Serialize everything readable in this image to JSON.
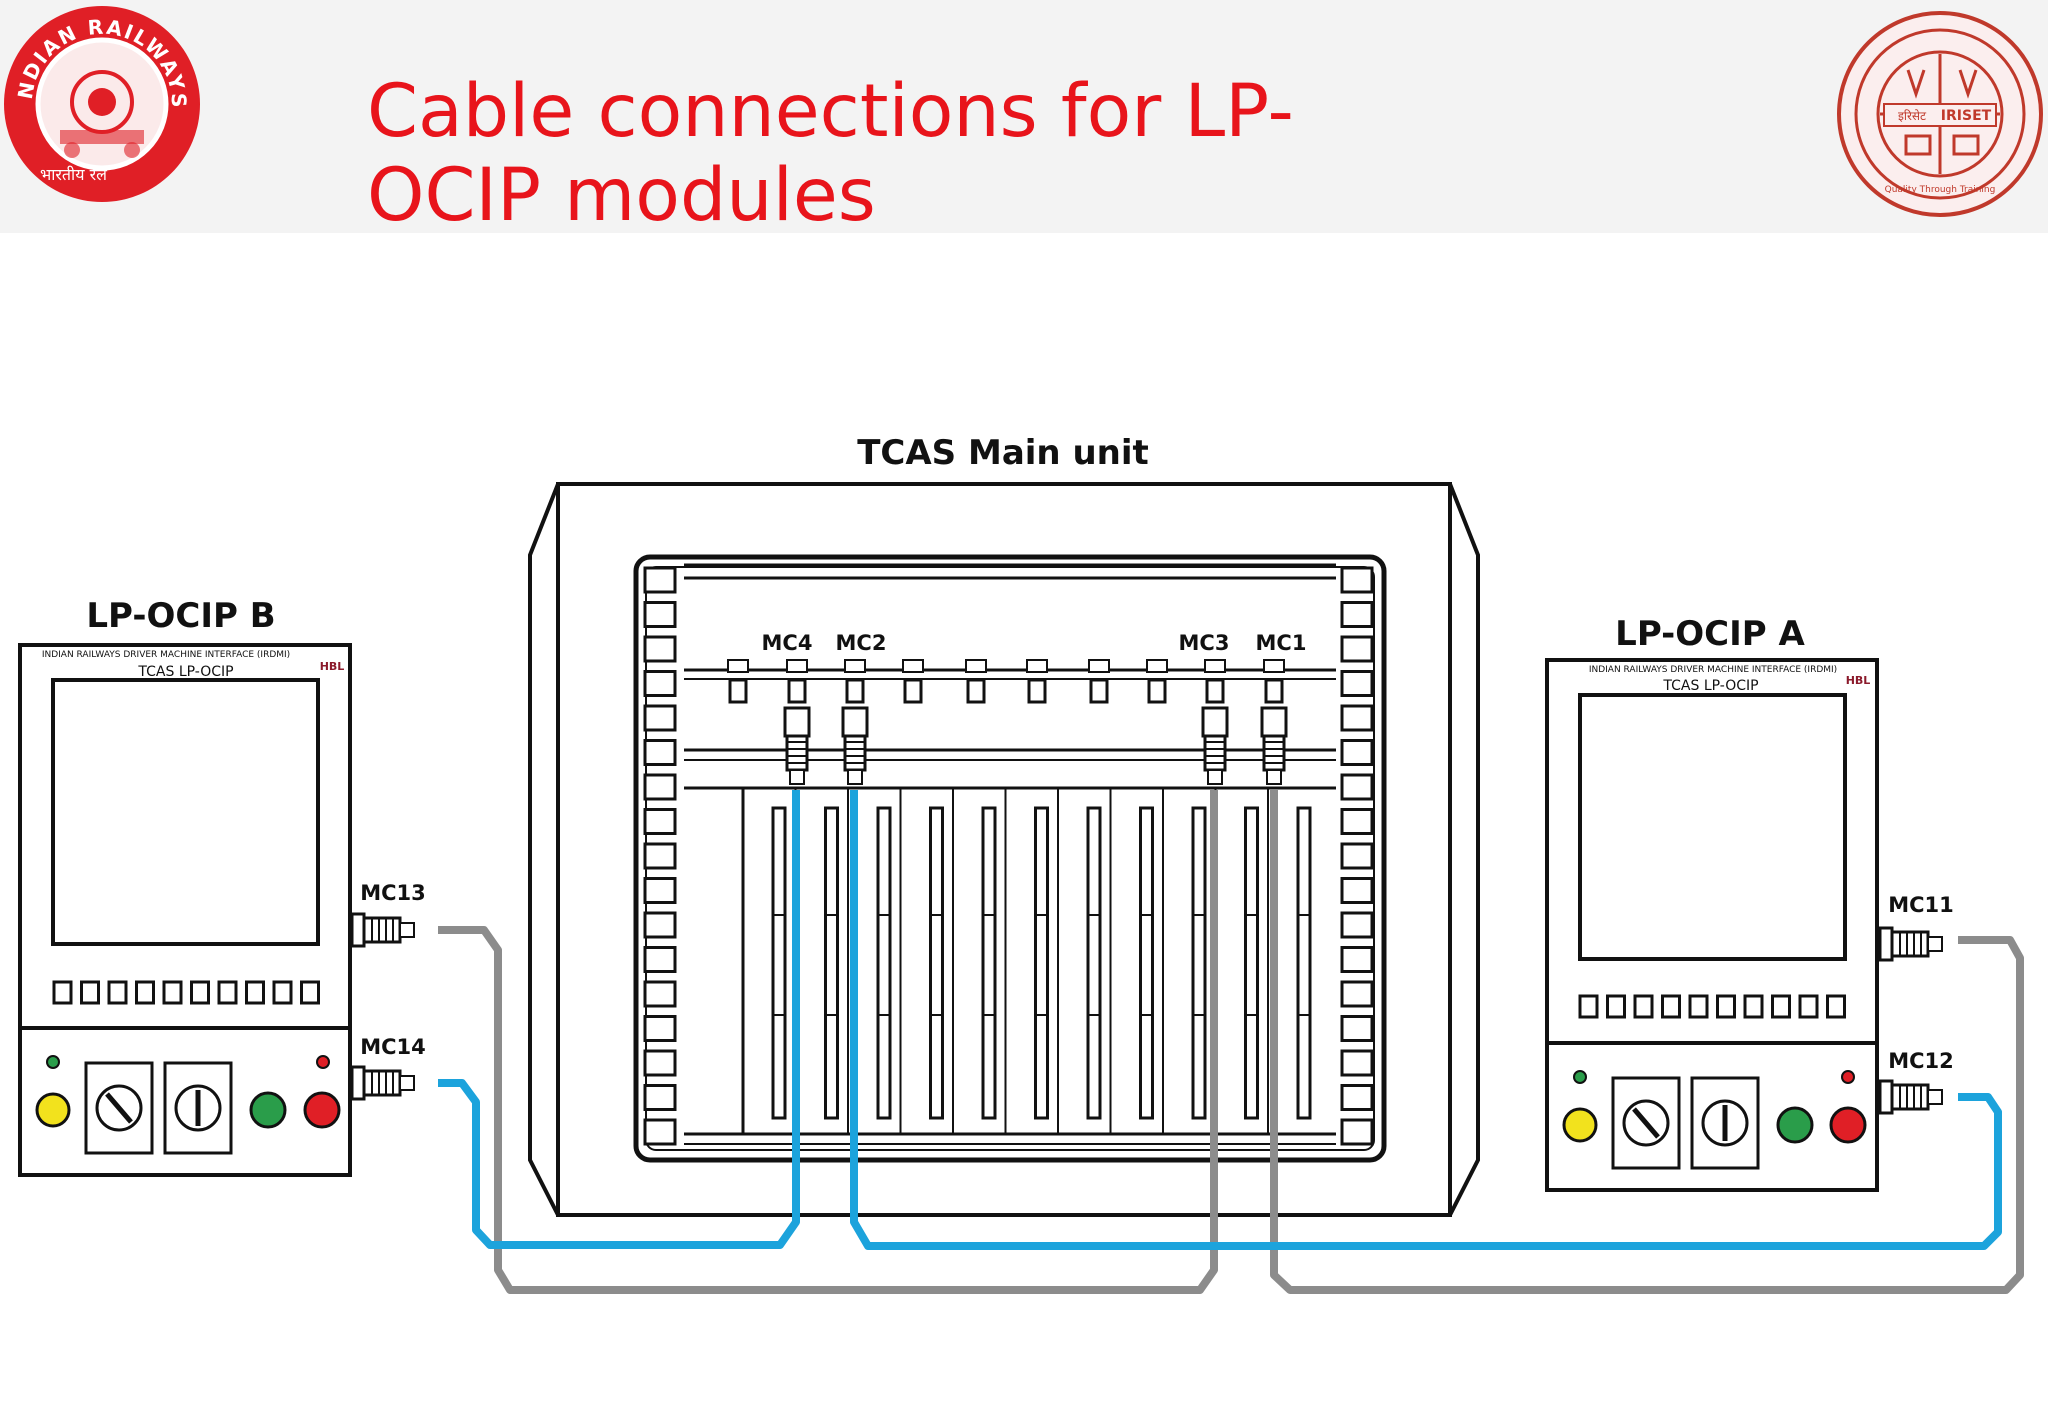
{
  "slide": {
    "title": "Cable connections for LP-OCIP modules"
  },
  "logos": {
    "left_text": "INDIAN RAILWAYS",
    "left_text_hindi": "भारतीय रेल",
    "right_text": "IRISET",
    "right_text_hindi": "इरिसेट",
    "right_motto": "Quality Through Training"
  },
  "diagram": {
    "main_unit_label": "TCAS Main unit",
    "ocip_b_label": "LP-OCIP B",
    "ocip_a_label": "LP-OCIP A",
    "panel_top_text": "INDIAN RAILWAYS DRIVER MACHINE INTERFACE (IRDMI)",
    "panel_model": "TCAS LP-OCIP",
    "panel_brand": "HBL",
    "connectors": {
      "mc4": "MC4",
      "mc2": "MC2",
      "mc3": "MC3",
      "mc1": "MC1",
      "mc13": "MC13",
      "mc14": "MC14",
      "mc11": "MC11",
      "mc12": "MC12"
    },
    "cable_colors": {
      "blue": "#1ca3dc",
      "grey": "#8c8c8c"
    }
  }
}
